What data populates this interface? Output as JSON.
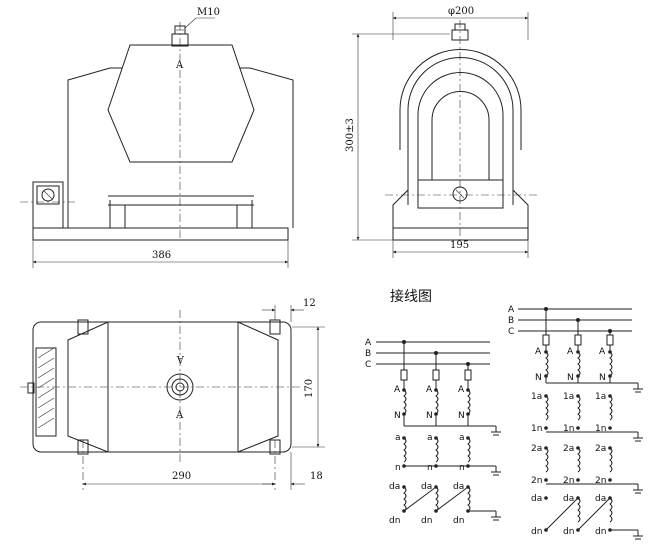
{
  "dimensions": {
    "bolt": "M10",
    "top_width": "386",
    "side_diameter": "φ200",
    "side_height": "300±3",
    "side_base": "195",
    "plan_offset_top": "12",
    "plan_depth": "170",
    "plan_hole_spacing": "290",
    "plan_offset_bottom": "18"
  },
  "section_marks": {
    "front": "A",
    "plan_top": "A",
    "plan_bottom": "A"
  },
  "wiring": {
    "title": "接线图",
    "phases": [
      "A",
      "B",
      "C"
    ],
    "left_diagram": {
      "primary_top": "A",
      "primary_bottom": "N",
      "secondary_top": "a",
      "secondary_bottom": "n",
      "residual_top": "da",
      "residual_bottom": "dn"
    },
    "right_diagram": {
      "primary_top": "A",
      "primary_bottom": "N",
      "winding1_top": "1a",
      "winding1_bottom": "1n",
      "winding2_top": "2a",
      "winding2_bottom": "2n",
      "residual_top": "da",
      "residual_bottom": "dn"
    }
  }
}
